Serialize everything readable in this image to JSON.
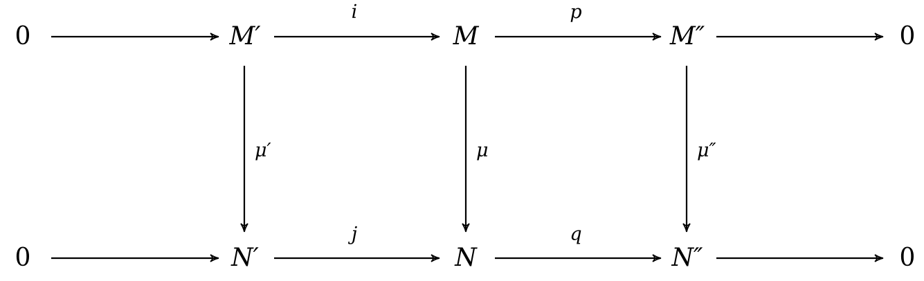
{
  "rows": {
    "top": {
      "left_zero": "0",
      "nodes": [
        "M′",
        "M",
        "M″"
      ],
      "right_zero": "0",
      "maps": [
        "i",
        "p"
      ]
    },
    "bottom": {
      "left_zero": "0",
      "nodes": [
        "N′",
        "N",
        "N″"
      ],
      "right_zero": "0",
      "maps": [
        "j",
        "q"
      ]
    }
  },
  "vertical_maps": [
    "μ′",
    "μ",
    "μ″"
  ]
}
